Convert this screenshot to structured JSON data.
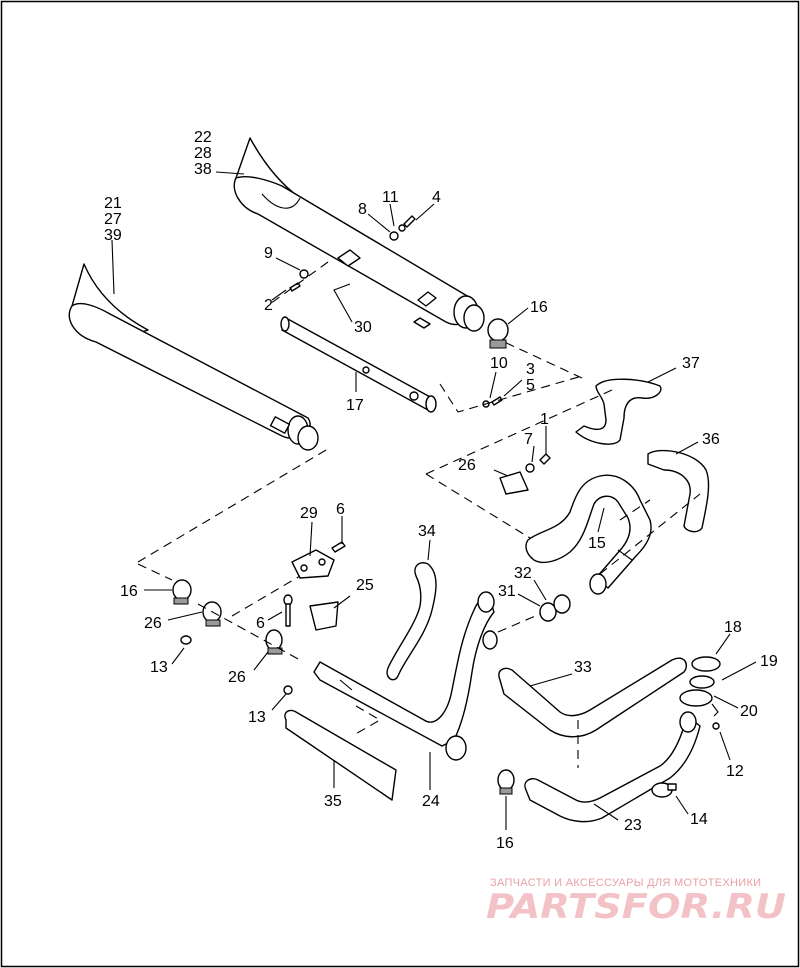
{
  "diagram": {
    "callouts": [
      {
        "id": "c1",
        "text": "22"
      },
      {
        "id": "c2",
        "text": "28"
      },
      {
        "id": "c3",
        "text": "38"
      },
      {
        "id": "c4",
        "text": "21"
      },
      {
        "id": "c5",
        "text": "27"
      },
      {
        "id": "c6",
        "text": "39"
      },
      {
        "id": "c7",
        "text": "11"
      },
      {
        "id": "c8",
        "text": "4"
      },
      {
        "id": "c9",
        "text": "8"
      },
      {
        "id": "c10",
        "text": "9"
      },
      {
        "id": "c11",
        "text": "2"
      },
      {
        "id": "c12",
        "text": "30"
      },
      {
        "id": "c13",
        "text": "16"
      },
      {
        "id": "c14",
        "text": "10"
      },
      {
        "id": "c15",
        "text": "3"
      },
      {
        "id": "c16",
        "text": "5"
      },
      {
        "id": "c17",
        "text": "17"
      },
      {
        "id": "c18",
        "text": "37"
      },
      {
        "id": "c19",
        "text": "1"
      },
      {
        "id": "c20",
        "text": "7"
      },
      {
        "id": "c21",
        "text": "36"
      },
      {
        "id": "c22",
        "text": "26"
      },
      {
        "id": "c23",
        "text": "15"
      },
      {
        "id": "c24",
        "text": "29"
      },
      {
        "id": "c25",
        "text": "6"
      },
      {
        "id": "c26",
        "text": "34"
      },
      {
        "id": "c27",
        "text": "16"
      },
      {
        "id": "c28",
        "text": "32"
      },
      {
        "id": "c29",
        "text": "31"
      },
      {
        "id": "c30",
        "text": "25"
      },
      {
        "id": "c31",
        "text": "26"
      },
      {
        "id": "c32",
        "text": "6"
      },
      {
        "id": "c33",
        "text": "18"
      },
      {
        "id": "c34",
        "text": "13"
      },
      {
        "id": "c35",
        "text": "26"
      },
      {
        "id": "c36",
        "text": "33"
      },
      {
        "id": "c37",
        "text": "19"
      },
      {
        "id": "c38",
        "text": "20"
      },
      {
        "id": "c39",
        "text": "13"
      },
      {
        "id": "c40",
        "text": "12"
      },
      {
        "id": "c41",
        "text": "35"
      },
      {
        "id": "c42",
        "text": "24"
      },
      {
        "id": "c43",
        "text": "14"
      },
      {
        "id": "c44",
        "text": "23"
      },
      {
        "id": "c45",
        "text": "16"
      }
    ]
  },
  "watermark": {
    "subtitle": "ЗАПЧАСТИ И АКСЕССУАРЫ ДЛЯ МОТОТЕХНИКИ",
    "logo": "PARTSFOR.RU"
  },
  "colors": {
    "line": "#000000",
    "background": "#ffffff",
    "watermark_text": "#e8a0a6",
    "watermark_logo": "#f3c2c6"
  }
}
